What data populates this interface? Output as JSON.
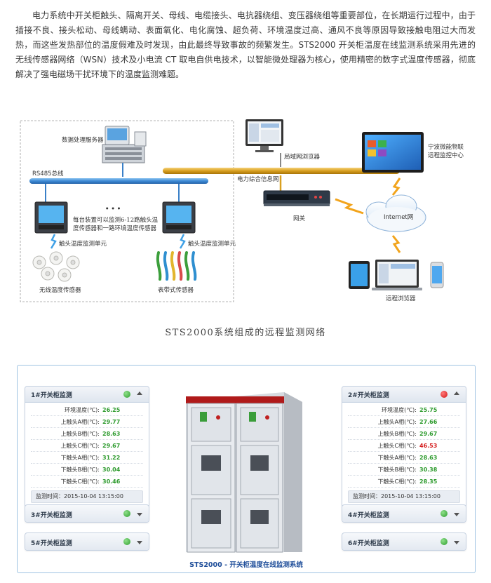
{
  "intro_text": "电力系统中开关柜触头、隔离开关、母线、电缆接头、电抗器绕组、变压器绕组等重要部位，在长期运行过程中，由于插接不良、接头松动、母线螨动、表面氧化、电化腐蚀、超负荷、环境温度过高、通风不良等原因导致接触电阻过大而发热，而这些发热部位的温度假难及时发现，由此最终导致事故的频繁发生。STS2000 开关柜温度在线监测系统采用先进的无线传感器网络（WSN）技术及小电流 CT 取电自供电技术，以智能微处理器为核心，使用精密的数字式温度传感器，彻底解决了强电磁场干扰环境下的温度监测难题。",
  "diagram": {
    "caption": "STS2000系统组成的远程监测网络",
    "labels": {
      "data_server": "数据处理服务器",
      "rs485": "RS485总线",
      "lan_browser": "局域网浏览器",
      "power_network": "电力综合信息网",
      "remote_center_line1": "宁波微能物联",
      "remote_center_line2": "远程监控中心",
      "gateway": "网关",
      "internet": "Internet网",
      "remote_browser": "远程浏览器",
      "device_desc_line1": "每台装置可以监测6-12路触头温",
      "device_desc_line2": "度传感器和一路环境温度传感器",
      "ellipsis": "• • •",
      "contact_unit_left": "触头温度监测单元",
      "contact_unit_right": "触头温度监测单元",
      "wireless_sensor": "无线温度传感器",
      "strap_sensor": "表带式传感器"
    }
  },
  "monitor": {
    "cabinet_caption": "STS2000 - 开关柜温度在线监测系统",
    "time_label": "监测时间：",
    "panels": [
      {
        "title": "1#开关柜监测",
        "status": "green",
        "expanded": true,
        "readings": [
          {
            "label": "环境温度(℃):",
            "value": "26.25",
            "alarm": false
          },
          {
            "label": "上触头A相(℃):",
            "value": "29.77",
            "alarm": false
          },
          {
            "label": "上触头B相(℃):",
            "value": "28.63",
            "alarm": false
          },
          {
            "label": "上触头C相(℃):",
            "value": "29.67",
            "alarm": false
          },
          {
            "label": "下触头A相(℃):",
            "value": "31.22",
            "alarm": false
          },
          {
            "label": "下触头B相(℃):",
            "value": "30.04",
            "alarm": false
          },
          {
            "label": "下触头C相(℃):",
            "value": "30.46",
            "alarm": false
          }
        ],
        "time": "2015-10-04 13:15:00"
      },
      {
        "title": "2#开关柜监测",
        "status": "red",
        "expanded": true,
        "readings": [
          {
            "label": "环境温度(℃):",
            "value": "25.75",
            "alarm": false
          },
          {
            "label": "上触头A相(℃):",
            "value": "27.66",
            "alarm": false
          },
          {
            "label": "上触头B相(℃):",
            "value": "29.67",
            "alarm": false
          },
          {
            "label": "上触头C相(℃):",
            "value": "46.53",
            "alarm": true
          },
          {
            "label": "下触头A相(℃):",
            "value": "28.63",
            "alarm": false
          },
          {
            "label": "下触头B相(℃):",
            "value": "30.38",
            "alarm": false
          },
          {
            "label": "下触头C相(℃):",
            "value": "28.35",
            "alarm": false
          }
        ],
        "time": "2015-10-04 13:15:00"
      },
      {
        "title": "3#开关柜监测",
        "status": "green",
        "expanded": false
      },
      {
        "title": "4#开关柜监测",
        "status": "green",
        "expanded": false
      },
      {
        "title": "5#开关柜监测",
        "status": "green",
        "expanded": false
      },
      {
        "title": "6#开关柜监测",
        "status": "green",
        "expanded": false
      }
    ]
  },
  "colors": {
    "bus_blue": "#4a90d2",
    "info_bus_gold": "#d9a020",
    "link_orange": "#f2a41c",
    "ok_green": "#2c9a2c",
    "alarm_red": "#d41c1c"
  }
}
